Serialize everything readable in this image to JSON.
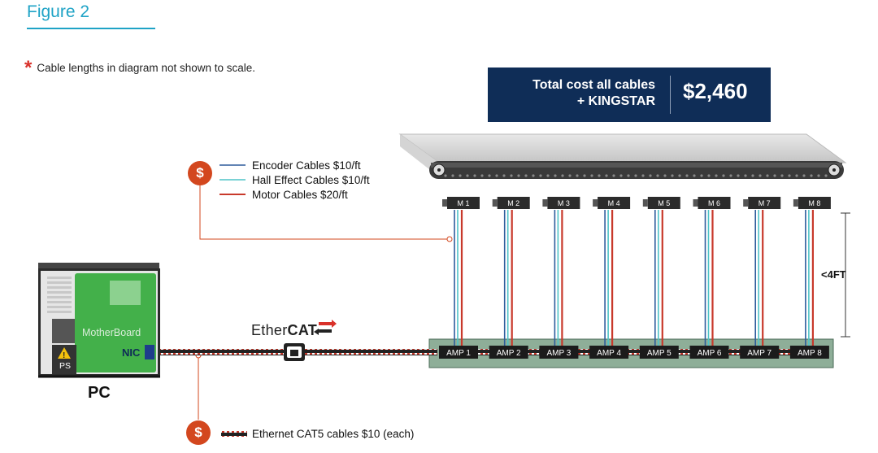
{
  "figure_title": "Figure 2",
  "note": "Cable lengths in diagram not shown to scale.",
  "cost_box": {
    "label_line1": "Total cost all cables",
    "label_line2": "+ KINGSTAR",
    "value": "$2,460"
  },
  "legend": [
    {
      "label": "Encoder Cables $10/ft",
      "color": "#2e5c9c"
    },
    {
      "label": "Hall Effect Cables $10/ft",
      "color": "#4fc3c7"
    },
    {
      "label": "Motor Cables $20/ft",
      "color": "#c8392b"
    }
  ],
  "ethernet_legend": "Ethernet CAT5 cables $10 (each)",
  "dollar_symbol": "$",
  "pc": {
    "label": "PC",
    "board": "MotherBoard",
    "nic": "NIC",
    "ps": "PS"
  },
  "ethercat_logo": {
    "prefix": "Ether",
    "suffix": "CAT"
  },
  "height_note": "<4FT",
  "motors": [
    "M 1",
    "M 2",
    "M 3",
    "M 4",
    "M 5",
    "M 6",
    "M 7",
    "M 8"
  ],
  "amps": [
    "AMP 1",
    "AMP 2",
    "AMP 3",
    "AMP 4",
    "AMP 5",
    "AMP 6",
    "AMP 7",
    "AMP 8"
  ]
}
